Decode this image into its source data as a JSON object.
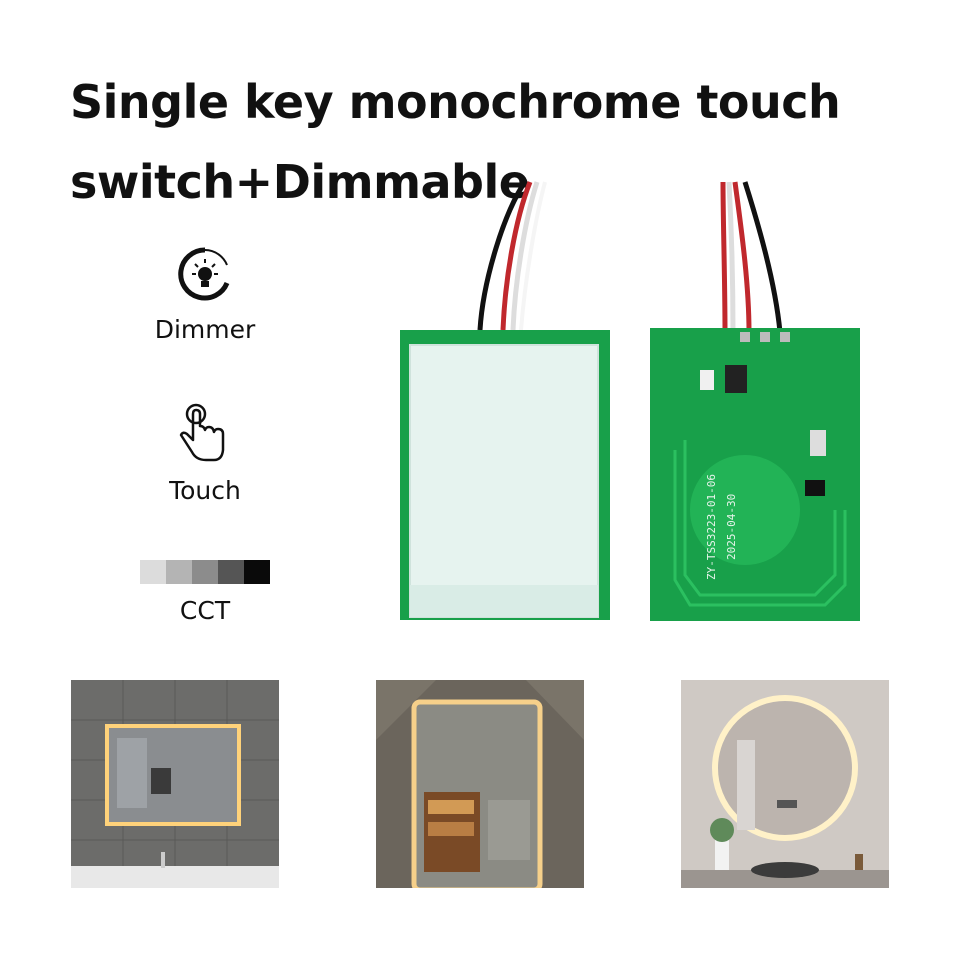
{
  "title": {
    "line1": "Single key monochrome touch",
    "line2": "switch+Dimmable"
  },
  "features": [
    {
      "label": "Dimmer",
      "icon": "dimmer-bulb-icon"
    },
    {
      "label": "Touch",
      "icon": "touch-hand-icon"
    },
    {
      "label": "CCT",
      "icon": "cct-gradient-strip"
    }
  ],
  "cct_colors": [
    "#dcdcdc",
    "#b4b4b4",
    "#8c8c8c",
    "#555555",
    "#0a0a0a"
  ],
  "pcb": {
    "silkscreen_model": "ZY-TSS3223-01-06",
    "silkscreen_date": "2025-04-30",
    "board_color": "#18a04a",
    "wire_colors": [
      "#111111",
      "#c0282d",
      "#ffffff",
      "#c0282d"
    ]
  },
  "photos": [
    {
      "name": "rectangular-lit-mirror-photo"
    },
    {
      "name": "cabinet-backlit-mirror-photo"
    },
    {
      "name": "round-lit-mirror-photo"
    }
  ]
}
